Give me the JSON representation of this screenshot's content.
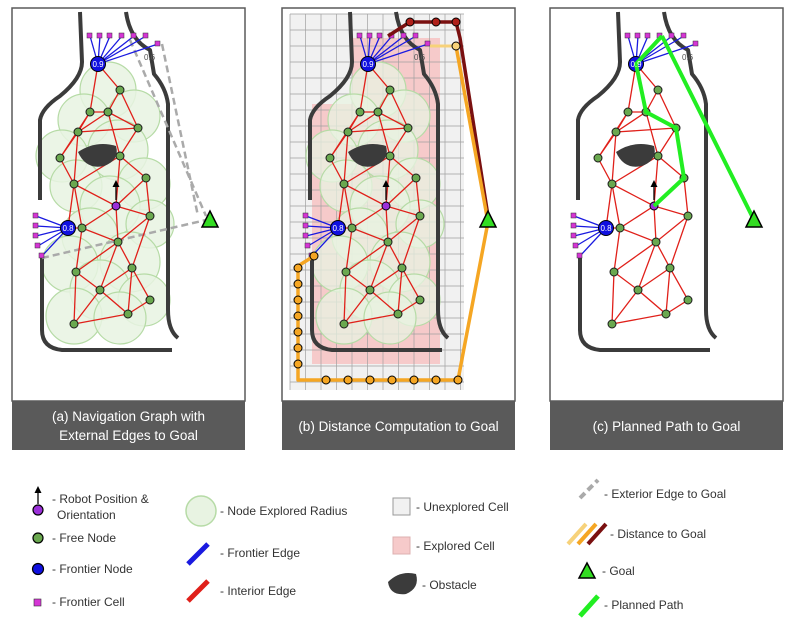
{
  "panels": [
    {
      "id": "a",
      "caption_line1": "(a) Navigation Graph with",
      "caption_line2": "External Edges to Goal"
    },
    {
      "id": "b",
      "caption_line1": "(b) Distance Computation to Goal",
      "caption_line2": ""
    },
    {
      "id": "c",
      "caption_line1": "(c) Planned Path to Goal",
      "caption_line2": ""
    }
  ],
  "node_values": {
    "top_frontier": "0.9",
    "left_frontier": "0.8",
    "top_cell_label": "0.6"
  },
  "legend": {
    "robot_line1": "- Robot Position &",
    "robot_line2": "Orientation",
    "free_node": "- Free Node",
    "frontier_node": "- Frontier Node",
    "frontier_cell": "- Frontier Cell",
    "explored_radius": "- Node Explored Radius",
    "frontier_edge": "- Frontier Edge",
    "interior_edge": "- Interior Edge",
    "unexplored_cell": "- Unexplored Cell",
    "explored_cell": "- Explored Cell",
    "obstacle": "- Obstacle",
    "exterior_edge": "- Exterior Edge to Goal",
    "distance": "- Distance to Goal",
    "goal": "- Goal",
    "planned_path": "- Planned Path"
  },
  "colors": {
    "free_node": "#6aa84f",
    "frontier_node": "#1010e0",
    "robot": "#9b30d9",
    "frontier_cell": "#d535d5",
    "interior_edge": "#e0201a",
    "frontier_edge": "#1a1ae0",
    "goal": "#33dd22",
    "planned_path": "#22ee22",
    "distance_light": "#f7d27a",
    "distance_orange": "#f5a623",
    "distance_dark": "#7a1010",
    "explored_cell": "#f6caca",
    "unexplored_cell": "#f1f1f1",
    "obstacle": "#3b3b3b",
    "caption_bg": "#5a5a5a",
    "explored_radius": "#e6f2e0"
  }
}
